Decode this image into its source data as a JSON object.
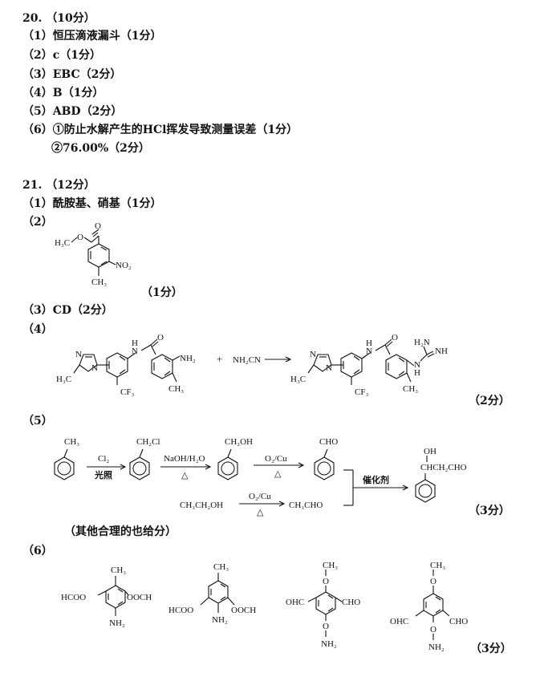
{
  "q20": {
    "header": "20. （10分）",
    "lines": [
      "（1）恒压滴液漏斗（1分）",
      "（2）c（1分）",
      "（3）EBC（2分）",
      "（4）B（1分）",
      "（5）ABD（2分）",
      "（6）①防止水解产生的HCl挥发导致测量误差（1分）",
      "②76.00%（2分）"
    ]
  },
  "q21": {
    "header": "21. （12分）",
    "p1": "（1）酰胺基、硝基（1分）",
    "p2": "（2）",
    "p2_score": "（1分）",
    "p3": "（3）CD（2分）",
    "p4": "（4）",
    "p4_score": "（2分）",
    "p5": "（5）",
    "p5_score": "（3分）",
    "p5_note": "（其他合理的也给分）",
    "p6": "（6）",
    "p6_score": "（3分）",
    "struct2": {
      "h3c": "H₃C",
      "o1": "O",
      "o2": "O",
      "no2": "NO₂",
      "ch3": "CH₃"
    },
    "reaction4": {
      "n": "N",
      "nn": "N",
      "h3c": "H₃C",
      "cf3": "CF₃",
      "h": "H",
      "o": "O",
      "nh2": "NH₂",
      "ch3": "CH₃",
      "plus": "+",
      "reagent": "NH₂CN",
      "p_n": "N",
      "p_nn": "N",
      "p_h3c": "H₃C",
      "p_cf3": "CF₃",
      "p_h": "H",
      "p_o": "O",
      "p_h2n": "H₂N",
      "p_nh": "NH",
      "p_nb": "N",
      "p_hb": "H",
      "p_ch3": "CH₃"
    },
    "synthesis5": {
      "toluene_ch3": "CH₃",
      "cl2": "Cl₂",
      "light": "光照",
      "ch2cl": "CH₂Cl",
      "naoh": "NaOH/H₂O",
      "tri1": "△",
      "ch2oh": "CH₂OH",
      "o2cu1": "O₂/Cu",
      "tri2": "△",
      "cho": "CHO",
      "ethanol": "CH₃CH₂OH",
      "o2cu2": "O₂/Cu",
      "tri3": "△",
      "acetaldehyde": "CH₃CHO",
      "catalyst": "催化剂",
      "oh": "OH",
      "product": "CHCH₂CHO"
    },
    "isomers6": {
      "a_left": "HCOO",
      "a_ch3": "CH₃",
      "a_right": "OOCH",
      "a_nh2": "NH₂",
      "b_ch3": "CH₃",
      "b_left": "HCOO",
      "b_right": "OOCH",
      "b_nh2": "NH₂",
      "c_ch3": "CH₃",
      "c_o": "O",
      "c_left": "OHC",
      "c_right": "CHO",
      "c_o2": "O",
      "c_nh2": "NH₂",
      "d_ch3": "CH₃",
      "d_o": "O",
      "d_left": "OHC",
      "d_right": "CHO",
      "d_o2": "O",
      "d_nh2": "NH₂"
    }
  }
}
